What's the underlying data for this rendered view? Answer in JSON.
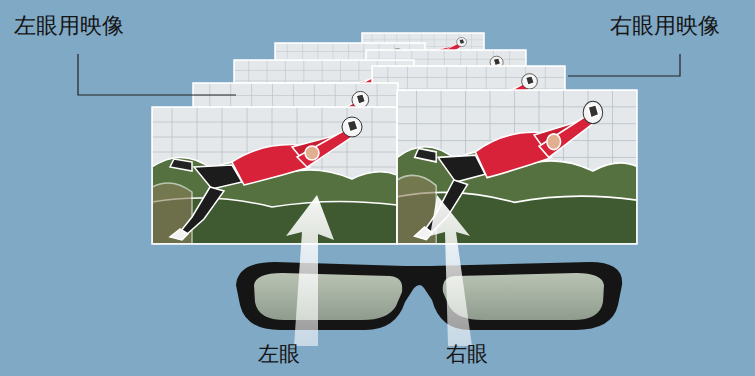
{
  "diagram": {
    "labels": [
      "左眼用映像",
      "右眼用映像",
      "左眼",
      "右眼"
    ]
  }
}
